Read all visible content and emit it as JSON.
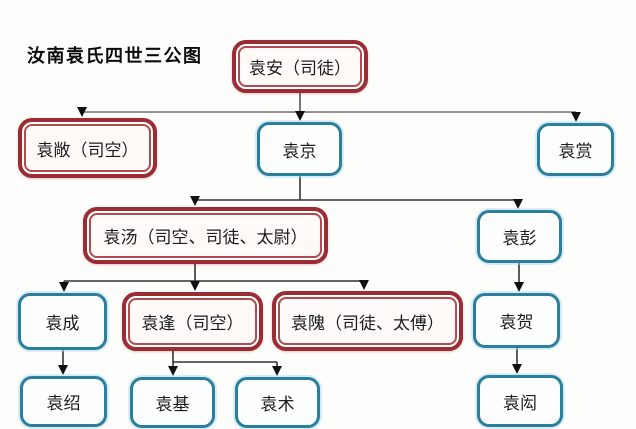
{
  "title": "汝南袁氏四世三公图",
  "colors": {
    "red_box_border": "#9b2c33",
    "red_box_inner_border": "#b14b50",
    "blue_box_border": "#2b7e9d",
    "connector_line": "#333333",
    "top_connector_line": "#707070",
    "background": "#fdfdfb"
  },
  "nodes": {
    "yuan_an": {
      "label": "袁安（司徒）",
      "style": "red"
    },
    "yuan_chang": {
      "label": "袁敞（司空）",
      "style": "red"
    },
    "yuan_jing": {
      "label": "袁京",
      "style": "blue"
    },
    "yuan_shang": {
      "label": "袁赏",
      "style": "blue"
    },
    "yuan_tang": {
      "label": "袁汤（司空、司徒、太尉）",
      "style": "red"
    },
    "yuan_peng": {
      "label": "袁彭",
      "style": "blue"
    },
    "yuan_cheng": {
      "label": "袁成",
      "style": "blue"
    },
    "yuan_feng": {
      "label": "袁逢（司空）",
      "style": "red"
    },
    "yuan_wei": {
      "label": "袁隗（司徒、太傅）",
      "style": "red"
    },
    "yuan_he": {
      "label": "袁贺",
      "style": "blue"
    },
    "yuan_shao": {
      "label": "袁绍",
      "style": "blue"
    },
    "yuan_ji": {
      "label": "袁基",
      "style": "blue"
    },
    "yuan_shu": {
      "label": "袁术",
      "style": "blue"
    },
    "yuan_hong": {
      "label": "袁闳",
      "style": "blue"
    }
  },
  "edges": [
    {
      "from": "yuan_an",
      "to": "yuan_chang"
    },
    {
      "from": "yuan_an",
      "to": "yuan_jing"
    },
    {
      "from": "yuan_an",
      "to": "yuan_shang"
    },
    {
      "from": "yuan_jing",
      "to": "yuan_tang"
    },
    {
      "from": "yuan_jing",
      "to": "yuan_peng"
    },
    {
      "from": "yuan_tang",
      "to": "yuan_cheng"
    },
    {
      "from": "yuan_tang",
      "to": "yuan_feng"
    },
    {
      "from": "yuan_tang",
      "to": "yuan_wei"
    },
    {
      "from": "yuan_peng",
      "to": "yuan_he"
    },
    {
      "from": "yuan_cheng",
      "to": "yuan_shao"
    },
    {
      "from": "yuan_feng",
      "to": "yuan_ji"
    },
    {
      "from": "yuan_feng",
      "to": "yuan_shu"
    },
    {
      "from": "yuan_he",
      "to": "yuan_hong"
    }
  ]
}
